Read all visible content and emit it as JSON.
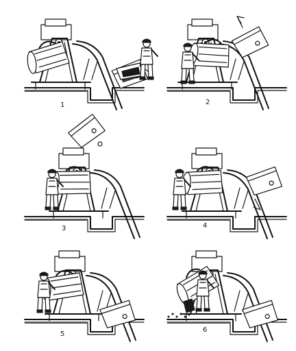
{
  "panels": [
    {
      "number": "1"
    },
    {
      "number": "2"
    },
    {
      "number": "3"
    },
    {
      "number": "4"
    },
    {
      "number": "5"
    },
    {
      "number": "6"
    }
  ]
}
